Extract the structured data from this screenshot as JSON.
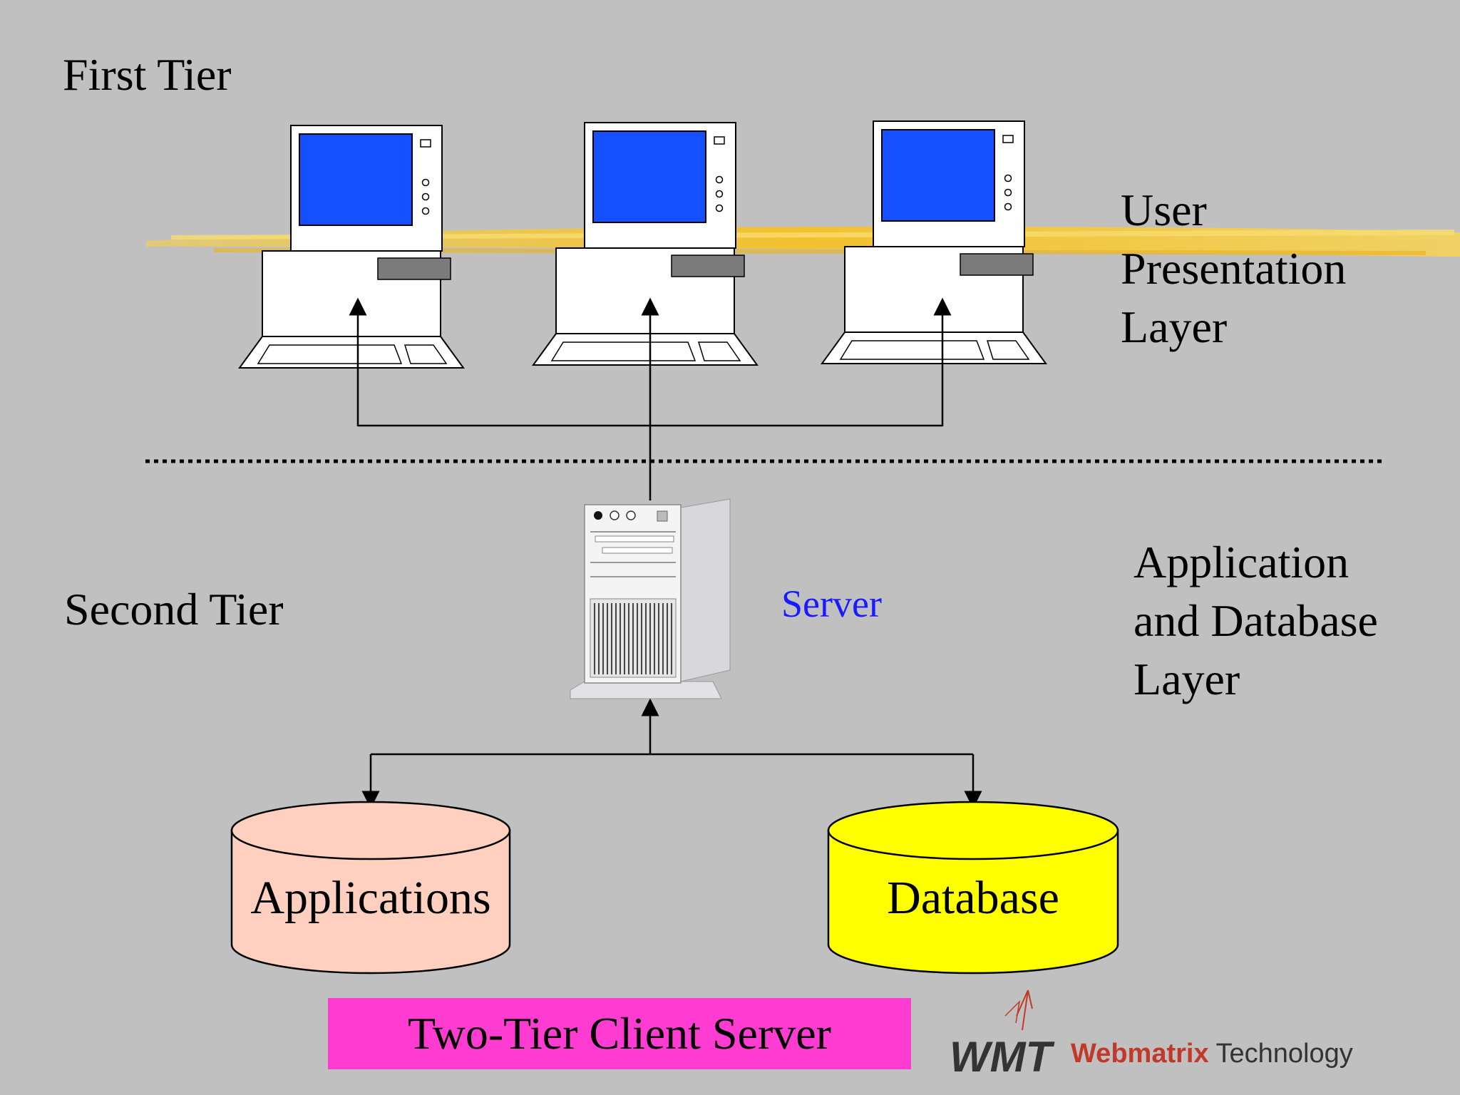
{
  "labels": {
    "first_tier": "First Tier",
    "second_tier": "Second Tier",
    "user_layer_lines": [
      "User",
      "Presentation",
      "Layer"
    ],
    "app_layer_lines": [
      "Application",
      "and Database",
      "Layer"
    ],
    "server": "Server",
    "applications": "Applications",
    "database": "Database",
    "banner": "Two-Tier Client Server"
  },
  "brand": {
    "logo_letters": "WMT",
    "name_part1": "Webmatrix",
    "name_part2": "Technology"
  },
  "colors": {
    "background": "#c0c0c0",
    "monitor_screen": "#1450ff",
    "highlight_stroke": "#f2c12e",
    "server_label": "#1a1aff",
    "applications_fill": "#ffd0c0",
    "database_fill": "#ffff00",
    "banner_fill": "#ff3cd2",
    "brand_red": "#c0392b",
    "brand_dark": "#333333"
  },
  "icons": {
    "client": "desktop-computer-icon",
    "server": "tower-server-icon",
    "storage": "cylinder-database-icon",
    "logo": "wmt-logo-icon"
  }
}
